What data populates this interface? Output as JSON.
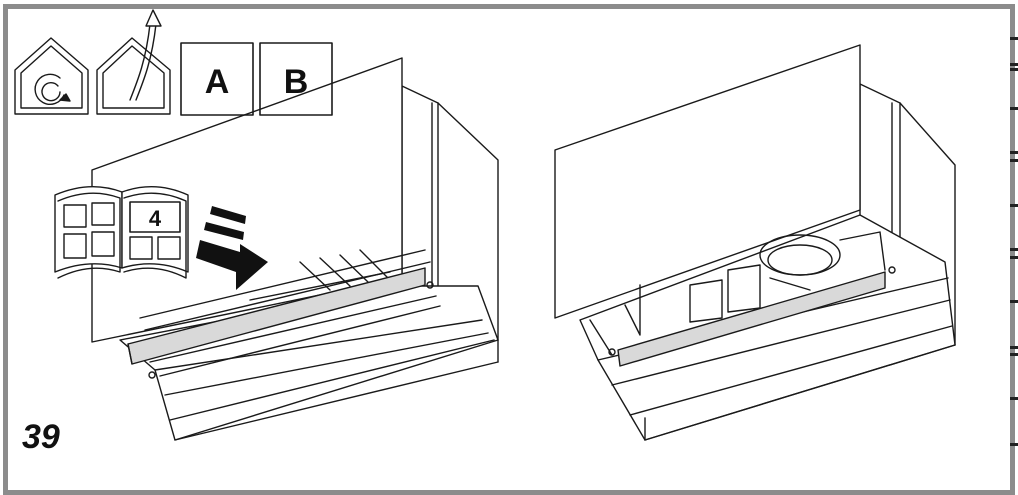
{
  "figure": {
    "number": "39"
  },
  "symbols": {
    "recirculation_icon": "recirculation-house-icon",
    "extraction_icon": "extraction-house-icon",
    "box_a_label": "A",
    "box_b_label": "B"
  },
  "manual_reference": {
    "page": "4",
    "icon": "open-manual-icon"
  },
  "colors": {
    "frame": "#8c8c8c",
    "line": "#1a1a1a",
    "filter_panel": "#d9d9d9",
    "arrow": "#111111"
  }
}
